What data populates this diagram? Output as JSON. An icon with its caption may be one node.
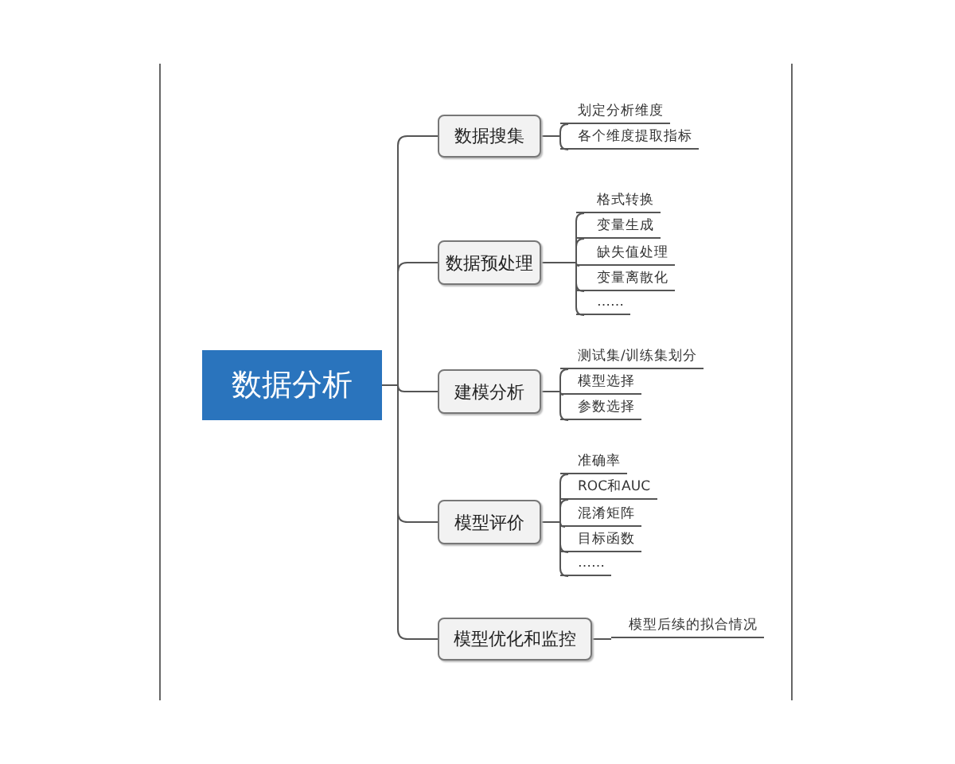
{
  "diagram": {
    "nodes": [
      {
        "text": [
          "数据分析"
        ]
      },
      {
        "text": [
          "数据搜集"
        ]
      },
      {
        "text": [
          "划定分析维度"
        ]
      },
      {
        "text": [
          "各个维度提取指标"
        ]
      },
      {
        "text": [
          "数据预处理"
        ]
      },
      {
        "text": [
          "格式转换"
        ]
      },
      {
        "text": [
          "变量生成"
        ]
      },
      {
        "text": [
          "缺失值处理"
        ]
      },
      {
        "text": [
          "变量离散化"
        ]
      },
      {
        "text": [
          "……"
        ]
      },
      {
        "text": [
          "建模分析"
        ]
      },
      {
        "text": [
          "测试集/训练集划分"
        ]
      },
      {
        "text": [
          "模型选择"
        ]
      },
      {
        "text": [
          "参数选择"
        ]
      },
      {
        "text": [
          "模型评价"
        ]
      },
      {
        "text": [
          "准确率"
        ]
      },
      {
        "text": [
          "ROC和AUC"
        ]
      },
      {
        "text": [
          "混淆矩阵"
        ]
      },
      {
        "text": [
          "目标函数"
        ]
      },
      {
        "text": [
          "……"
        ]
      },
      {
        "text": [
          "模型优化和监控"
        ]
      },
      {
        "text": [
          "模型后续的拟合情况"
        ]
      }
    ],
    "edges": [
      {
        "from": 0,
        "to": 1,
        "arrow": "none"
      },
      {
        "from": 0,
        "to": 4,
        "arrow": "none"
      },
      {
        "from": 0,
        "to": 10,
        "arrow": "none"
      },
      {
        "from": 0,
        "to": 14,
        "arrow": "none"
      },
      {
        "from": 0,
        "to": 20,
        "arrow": "none"
      },
      {
        "from": 1,
        "to": 2,
        "arrow": "none"
      },
      {
        "from": 1,
        "to": 3,
        "arrow": "none"
      },
      {
        "from": 4,
        "to": 5,
        "arrow": "none"
      },
      {
        "from": 4,
        "to": 6,
        "arrow": "none"
      },
      {
        "from": 4,
        "to": 7,
        "arrow": "none"
      },
      {
        "from": 4,
        "to": 8,
        "arrow": "none"
      },
      {
        "from": 4,
        "to": 9,
        "arrow": "none"
      },
      {
        "from": 10,
        "to": 11,
        "arrow": "none"
      },
      {
        "from": 10,
        "to": 12,
        "arrow": "none"
      },
      {
        "from": 10,
        "to": 13,
        "arrow": "none"
      },
      {
        "from": 14,
        "to": 15,
        "arrow": "none"
      },
      {
        "from": 14,
        "to": 16,
        "arrow": "none"
      },
      {
        "from": 14,
        "to": 17,
        "arrow": "none"
      },
      {
        "from": 14,
        "to": 18,
        "arrow": "none"
      },
      {
        "from": 14,
        "to": 19,
        "arrow": "none"
      },
      {
        "from": 20,
        "to": 21,
        "arrow": "none"
      }
    ]
  }
}
